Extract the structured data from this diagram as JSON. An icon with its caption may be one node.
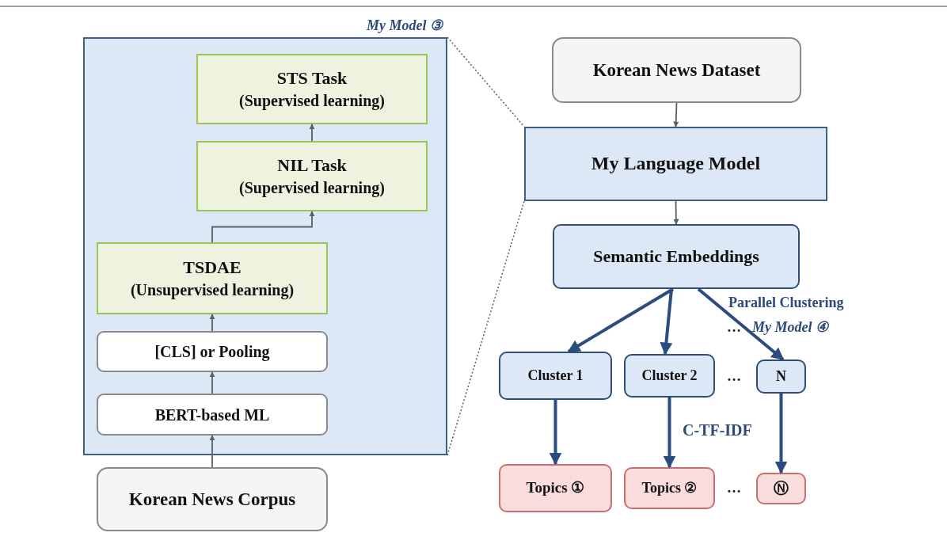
{
  "diagram": {
    "nodes": [
      {
        "text": [
          "My Model ③"
        ]
      },
      {
        "text": [
          "STS Task",
          "(Supervised learning)"
        ],
        "in": 0
      },
      {
        "text": [
          "NIL Task",
          "(Supervised learning)"
        ],
        "in": 0
      },
      {
        "text": [
          "TSDAE",
          "(Unsupervised learning)"
        ],
        "in": 0
      },
      {
        "text": [
          "[CLS] or Pooling"
        ],
        "in": 0
      },
      {
        "text": [
          "BERT-based ML"
        ],
        "in": 0
      },
      {
        "text": [
          "Korean News Corpus"
        ]
      },
      {
        "text": [
          "Korean News Dataset"
        ]
      },
      {
        "text": [
          "My Language Model"
        ]
      },
      {
        "text": [
          "Semantic Embeddings"
        ]
      },
      {
        "text": [
          "Cluster 1"
        ]
      },
      {
        "text": [
          "Cluster 2"
        ]
      },
      {
        "text": [
          "N"
        ]
      },
      {
        "text": [
          "Topics ①"
        ]
      },
      {
        "text": [
          "Topics ②"
        ]
      },
      {
        "text": [
          "Ⓝ"
        ]
      }
    ],
    "edges": [
      {
        "from": 6,
        "to": 5,
        "arrow": "to"
      },
      {
        "from": 5,
        "to": 4,
        "arrow": "to"
      },
      {
        "from": 4,
        "to": 3,
        "arrow": "to"
      },
      {
        "from": 3,
        "to": 2,
        "arrow": "to"
      },
      {
        "from": 2,
        "to": 1,
        "arrow": "to"
      },
      {
        "from": 0,
        "to": 8,
        "arrow": "none",
        "style": "dashed"
      },
      {
        "from": 0,
        "to": 8,
        "arrow": "none",
        "style": "dashed"
      },
      {
        "from": 7,
        "to": 8,
        "arrow": "to"
      },
      {
        "from": 8,
        "to": 9,
        "arrow": "to"
      },
      {
        "from": 9,
        "to": 10,
        "arrow": "to",
        "style": "thick",
        "color": "#2b4c7e"
      },
      {
        "from": 9,
        "to": 11,
        "arrow": "to",
        "style": "thick",
        "color": "#2b4c7e"
      },
      {
        "from": 9,
        "to": 12,
        "arrow": "to",
        "style": "thick",
        "color": "#2b4c7e"
      },
      {
        "from": 10,
        "to": 13,
        "arrow": "to",
        "style": "thick",
        "color": "#2b4c7e"
      },
      {
        "from": 11,
        "to": 14,
        "arrow": "to",
        "style": "thick",
        "color": "#2b4c7e"
      },
      {
        "from": 12,
        "to": 15,
        "arrow": "to",
        "style": "thick",
        "color": "#2b4c7e"
      }
    ],
    "labels": [
      "Parallel Clustering",
      "My Model ④",
      "…",
      "…",
      "C-TF-IDF",
      "…"
    ]
  }
}
